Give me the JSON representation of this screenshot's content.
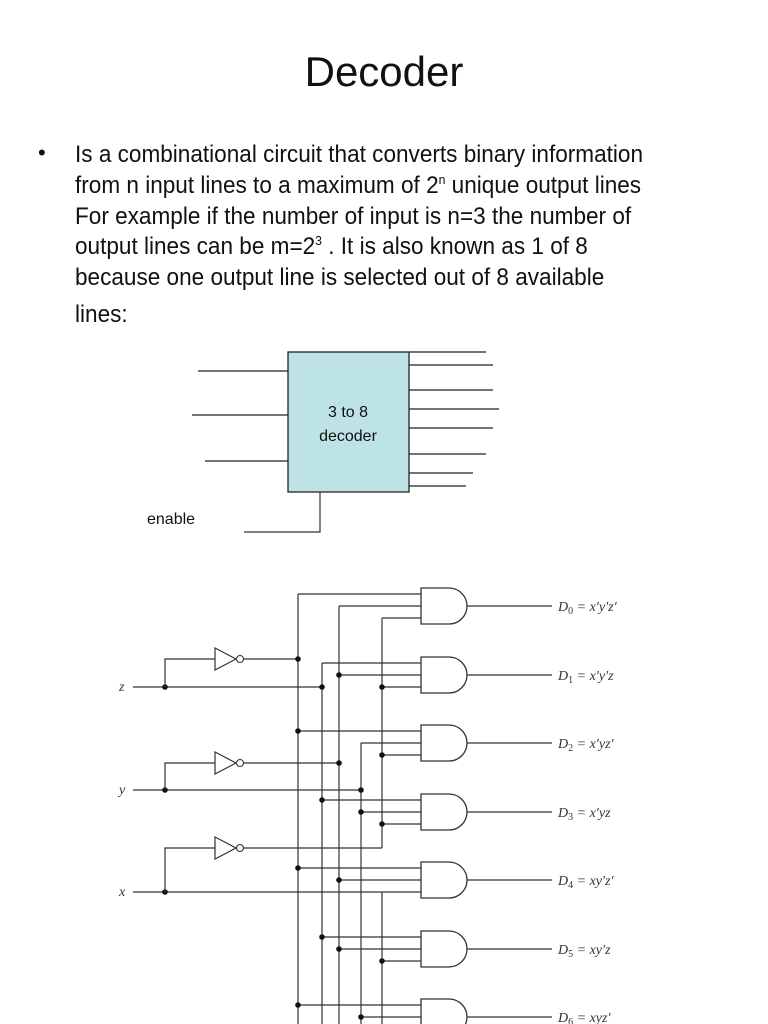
{
  "slide": {
    "title": "Decoder",
    "bullet_symbol": "•",
    "lines": [
      {
        "text": "Is a combinational circuit that converts binary information"
      },
      {
        "pre": "from n input lines to a maximum of 2",
        "sup": "n",
        "post": " unique output lines"
      },
      {
        "text": "For example if the number of input is n=3 the number of"
      },
      {
        "pre": "output lines can be  m=2",
        "sup": "3",
        "post": " . It is also known as 1 of 8"
      },
      {
        "text": "because one output line is selected out of 8 available"
      },
      {
        "text": "lines:"
      }
    ]
  },
  "block_diagram": {
    "label_line1": "3 to 8",
    "label_line2": "decoder",
    "enable_label": "enable",
    "fill_color": "#bde3e6",
    "inputs": 3,
    "outputs": 8
  },
  "circuit": {
    "inputs": [
      "z",
      "y",
      "x"
    ],
    "outputs": [
      {
        "name": "D",
        "sub": "0",
        "expr": " = x′y′z′"
      },
      {
        "name": "D",
        "sub": "1",
        "expr": " = x′y′z"
      },
      {
        "name": "D",
        "sub": "2",
        "expr": " = x′yz′"
      },
      {
        "name": "D",
        "sub": "3",
        "expr": " = x′yz"
      },
      {
        "name": "D",
        "sub": "4",
        "expr": " = xy′z′"
      },
      {
        "name": "D",
        "sub": "5",
        "expr": " = xy′z"
      },
      {
        "name": "D",
        "sub": "6",
        "expr": " = xyz′"
      }
    ]
  }
}
